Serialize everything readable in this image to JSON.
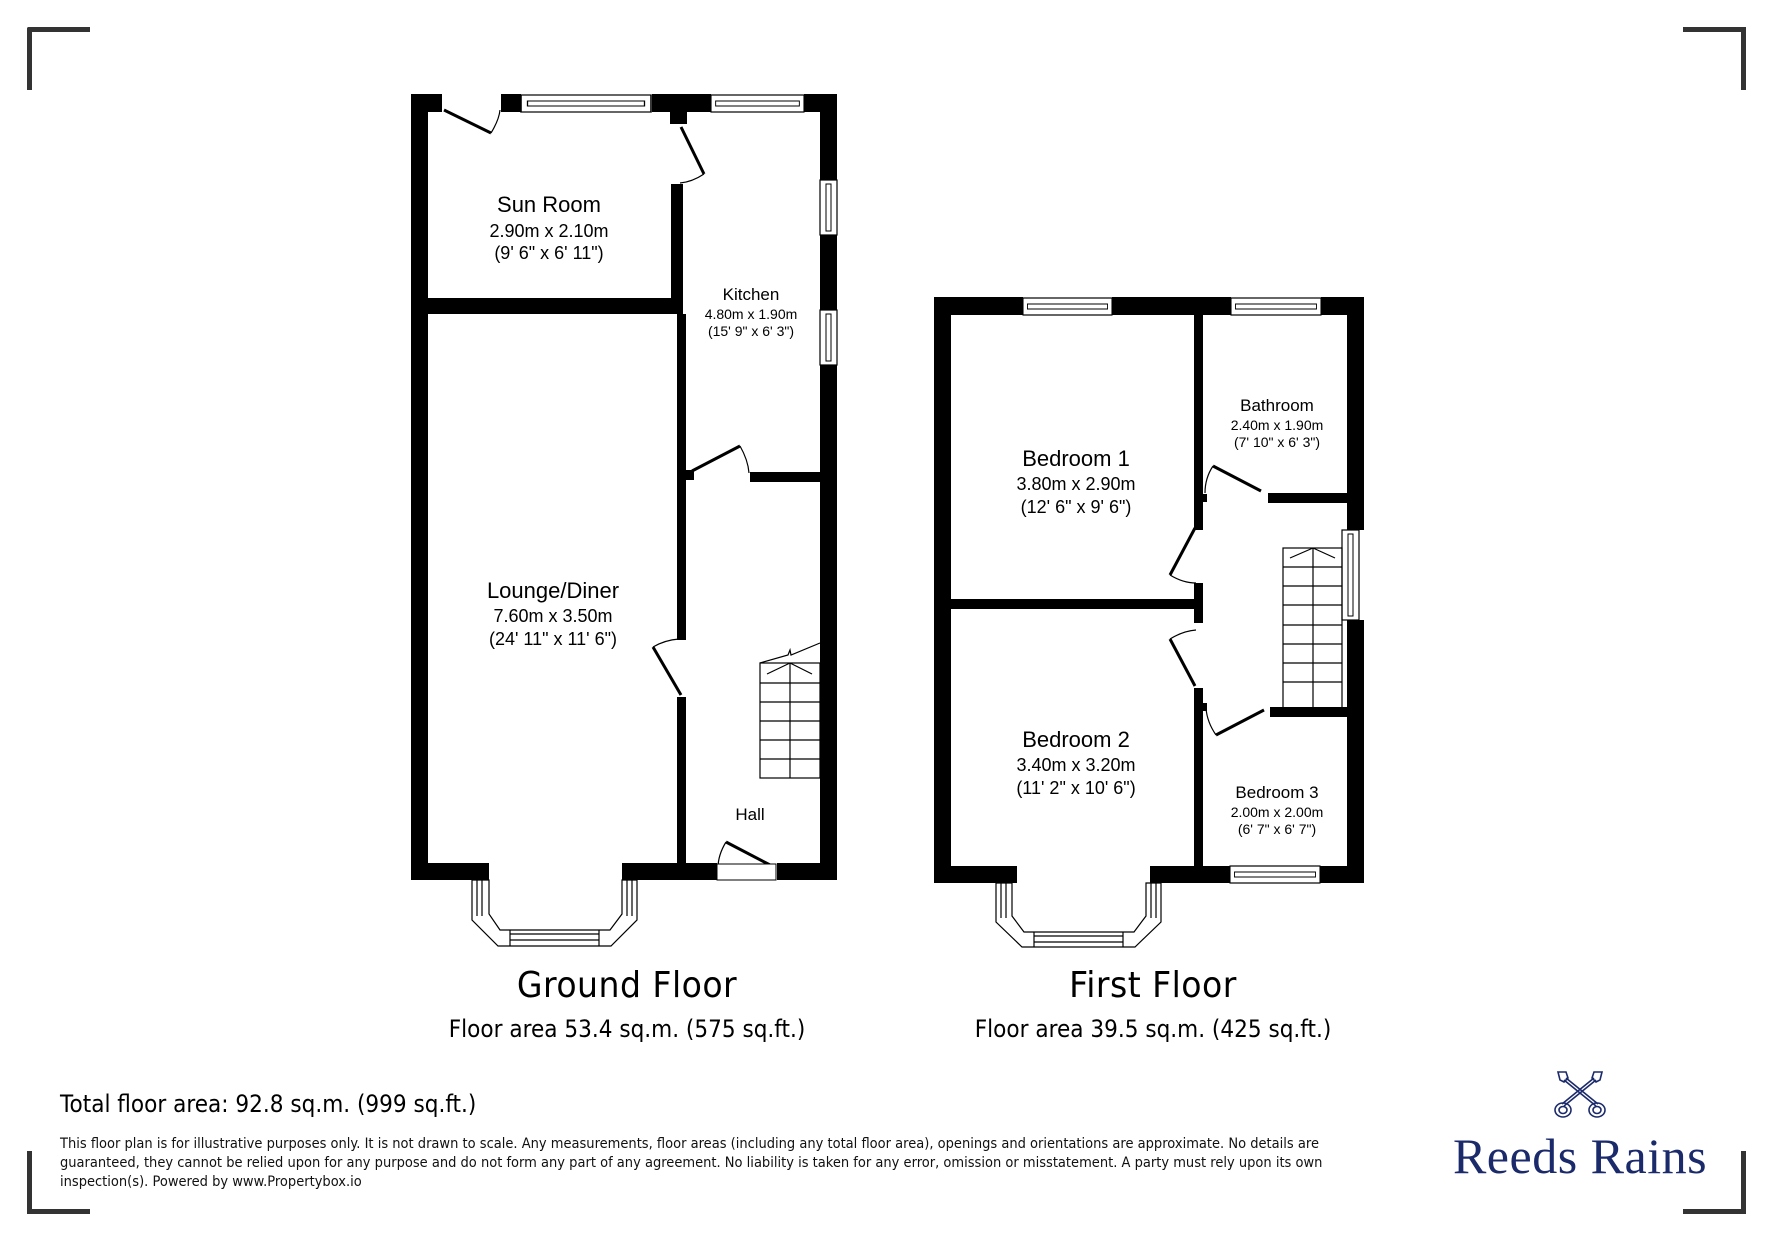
{
  "ground_floor": {
    "title": "Ground Floor",
    "area": "Floor area 53.4 sq.m. (575 sq.ft.)",
    "rooms": {
      "sun_room": {
        "name": "Sun Room",
        "metric": "2.90m x 2.10m",
        "imperial": "(9' 6\" x 6' 11\")"
      },
      "kitchen": {
        "name": "Kitchen",
        "metric": "4.80m x 1.90m",
        "imperial": "(15' 9\" x 6' 3\")"
      },
      "lounge_diner": {
        "name": "Lounge/Diner",
        "metric": "7.60m x 3.50m",
        "imperial": "(24' 11\" x 11' 6\")"
      },
      "hall": {
        "name": "Hall"
      }
    }
  },
  "first_floor": {
    "title": "First Floor",
    "area": "Floor area 39.5 sq.m. (425 sq.ft.)",
    "rooms": {
      "bedroom_1": {
        "name": "Bedroom 1",
        "metric": "3.80m x 2.90m",
        "imperial": "(12' 6\" x 9' 6\")"
      },
      "bathroom": {
        "name": "Bathroom",
        "metric": "2.40m x 1.90m",
        "imperial": "(7' 10\" x 6' 3\")"
      },
      "bedroom_2": {
        "name": "Bedroom 2",
        "metric": "3.40m x 3.20m",
        "imperial": "(11' 2\" x 10' 6\")"
      },
      "bedroom_3": {
        "name": "Bedroom 3",
        "metric": "2.00m x 2.00m",
        "imperial": "(6' 7\" x 6' 7\")"
      }
    }
  },
  "total_area": "Total floor area: 92.8 sq.m. (999 sq.ft.)",
  "disclaimer": "This floor plan is for illustrative purposes only. It is not drawn to scale. Any measurements, floor areas (including any total floor area), openings and orientations are approximate. No details are guaranteed, they cannot be relied upon for any purpose and do not form any part of any agreement. No liability is taken for any error, omission or misstatement. A party must rely upon its own inspection(s). Powered by www.Propertybox.io",
  "brand": {
    "name": "Reeds Rains",
    "icon": "crossed-keys-icon",
    "color": "#1b2a6b"
  },
  "colors": {
    "wall": "#000000",
    "corner_marks": "#333333",
    "background": "#ffffff"
  }
}
